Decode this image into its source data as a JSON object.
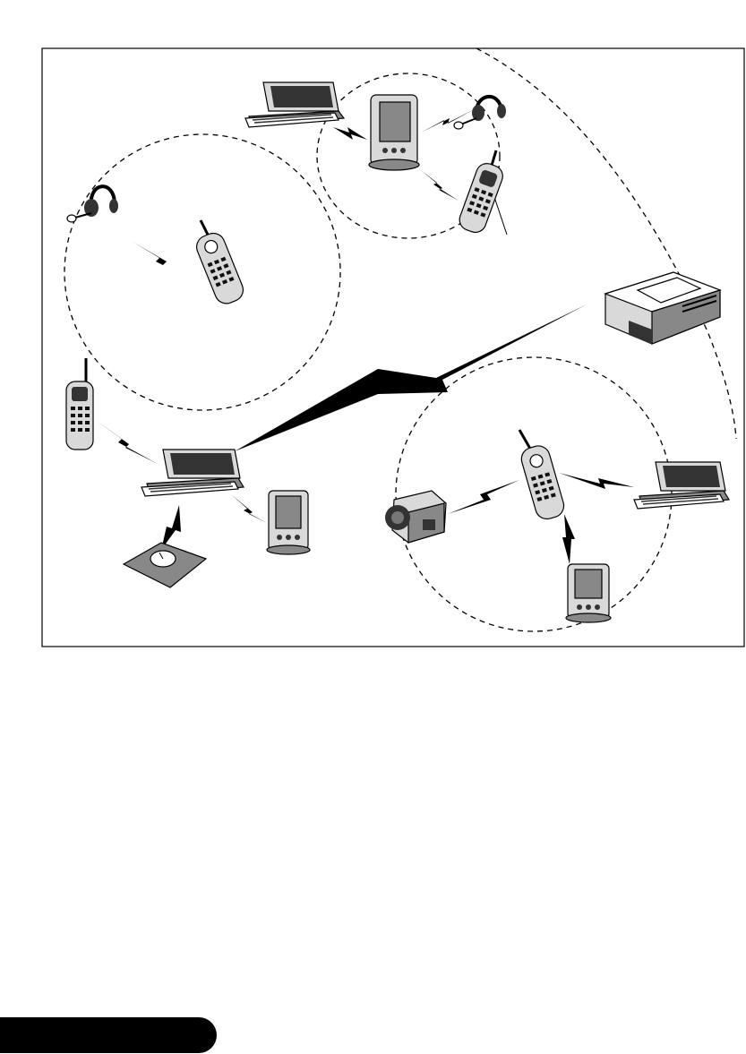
{
  "diagram": {
    "devices": [
      {
        "id": "laptop-top",
        "icon": "laptop-icon"
      },
      {
        "id": "pda-top",
        "icon": "pda-icon"
      },
      {
        "id": "headset-top",
        "icon": "headset-icon"
      },
      {
        "id": "phone-top",
        "icon": "cordless-phone-icon"
      },
      {
        "id": "headset-left",
        "icon": "headset-icon"
      },
      {
        "id": "phone-left-center",
        "icon": "cordless-phone-icon"
      },
      {
        "id": "printer",
        "icon": "printer-icon"
      },
      {
        "id": "phone-far-left",
        "icon": "cordless-phone-icon"
      },
      {
        "id": "laptop-center",
        "icon": "laptop-icon"
      },
      {
        "id": "mouse",
        "icon": "mouse-icon"
      },
      {
        "id": "pda-center",
        "icon": "pda-icon"
      },
      {
        "id": "camera",
        "icon": "camcorder-icon"
      },
      {
        "id": "phone-right",
        "icon": "cordless-phone-icon"
      },
      {
        "id": "laptop-right",
        "icon": "laptop-icon"
      },
      {
        "id": "pda-bottom",
        "icon": "pda-icon"
      }
    ],
    "line_color": "#000000",
    "background": "#ffffff"
  }
}
